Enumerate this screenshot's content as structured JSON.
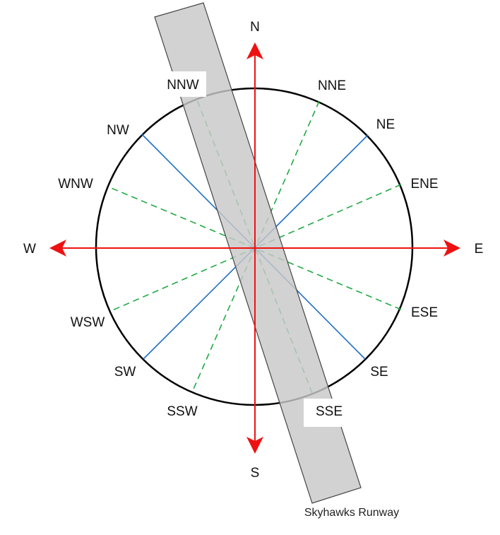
{
  "diagram": {
    "labels": {
      "N": "N",
      "NNE": "NNE",
      "NE": "NE",
      "ENE": "ENE",
      "E": "E",
      "ESE": "ESE",
      "SE": "SE",
      "SSE": "SSE",
      "S": "S",
      "SSW": "SSW",
      "SW": "SW",
      "WSW": "WSW",
      "W": "W",
      "WNW": "WNW",
      "NW": "NW",
      "NNW": "NNW"
    },
    "runway_label": "Skyhawks Runway"
  },
  "colors": {
    "cardinal_axes": "#ee1111",
    "intercardinal_lines": "#1f6fc4",
    "secondary_lines": "#22aa44",
    "runway_fill": "#d3d3d3",
    "runway_stroke": "#444444",
    "circle": "#000000"
  }
}
